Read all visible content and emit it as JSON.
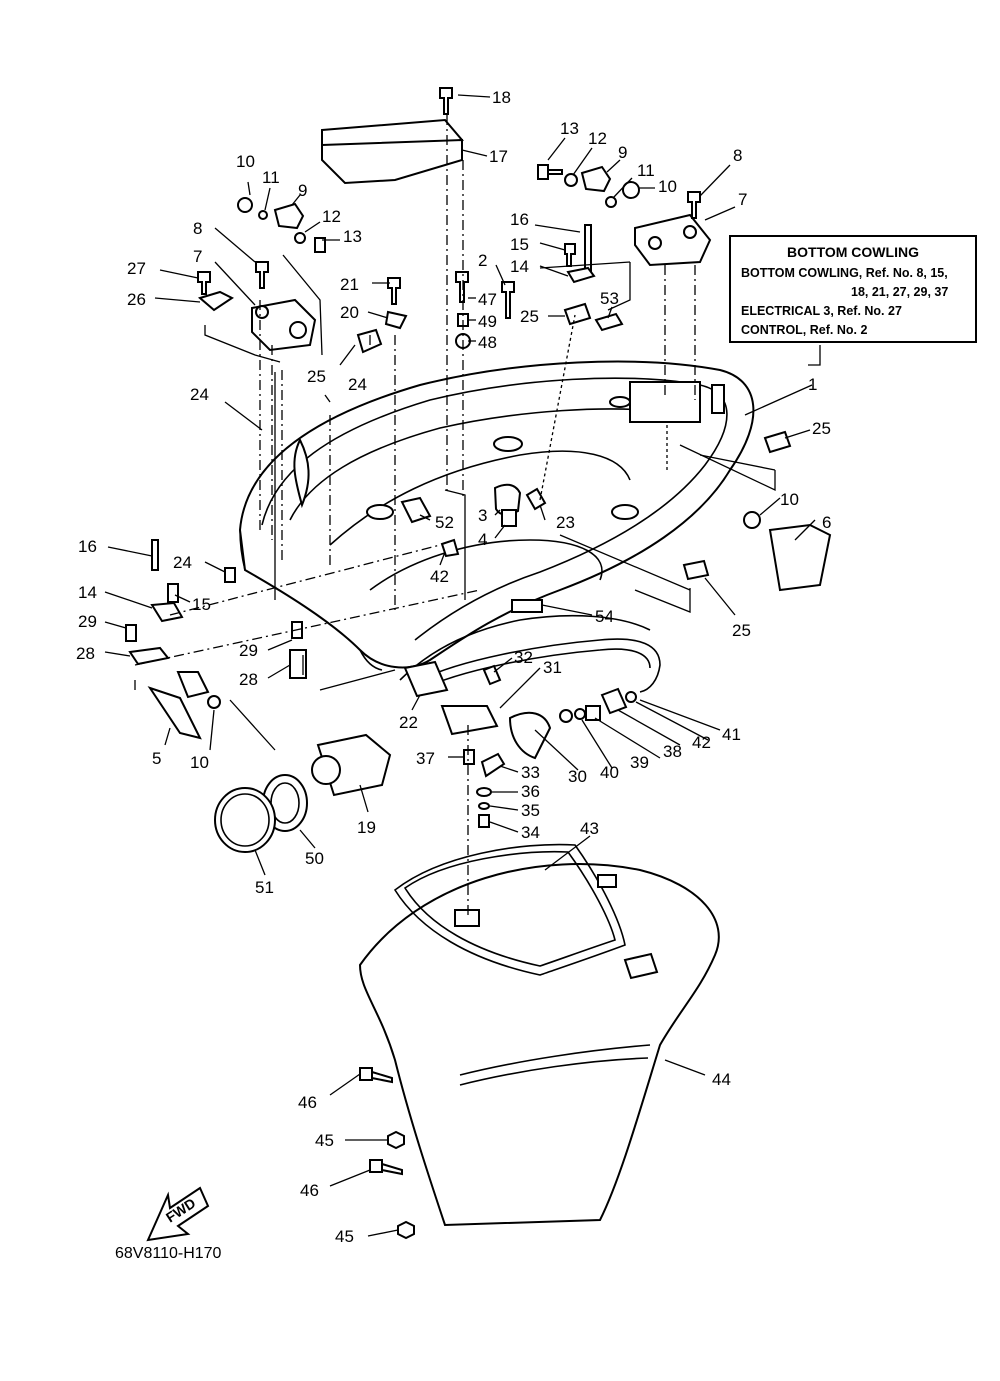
{
  "reference_box": {
    "title": "BOTTOM COWLING",
    "line1": "BOTTOM COWLING,  Ref. No. 8, 15,",
    "line2": "18, 21, 27, 29, 37",
    "line3": "ELECTRICAL 3,  Ref. No. 27",
    "line4": "CONTROL,  Ref. No. 2"
  },
  "direction_label": "FWD",
  "drawing_id": "68V8110-H170",
  "callouts": [
    "18",
    "17",
    "13",
    "12",
    "9",
    "8",
    "11",
    "10",
    "7",
    "10",
    "11",
    "9",
    "12",
    "13",
    "8",
    "7",
    "27",
    "26",
    "16",
    "15",
    "14",
    "2",
    "21",
    "47",
    "20",
    "49",
    "48",
    "25",
    "53",
    "25",
    "24",
    "24",
    "1",
    "25",
    "10",
    "6",
    "3",
    "23",
    "52",
    "4",
    "16",
    "24",
    "42",
    "14",
    "15",
    "29",
    "28",
    "29",
    "28",
    "5",
    "10",
    "54",
    "25",
    "32",
    "31",
    "22",
    "41",
    "42",
    "38",
    "39",
    "40",
    "30",
    "37",
    "33",
    "36",
    "35",
    "34",
    "43",
    "19",
    "50",
    "51",
    "44",
    "46",
    "45",
    "46",
    "45"
  ]
}
